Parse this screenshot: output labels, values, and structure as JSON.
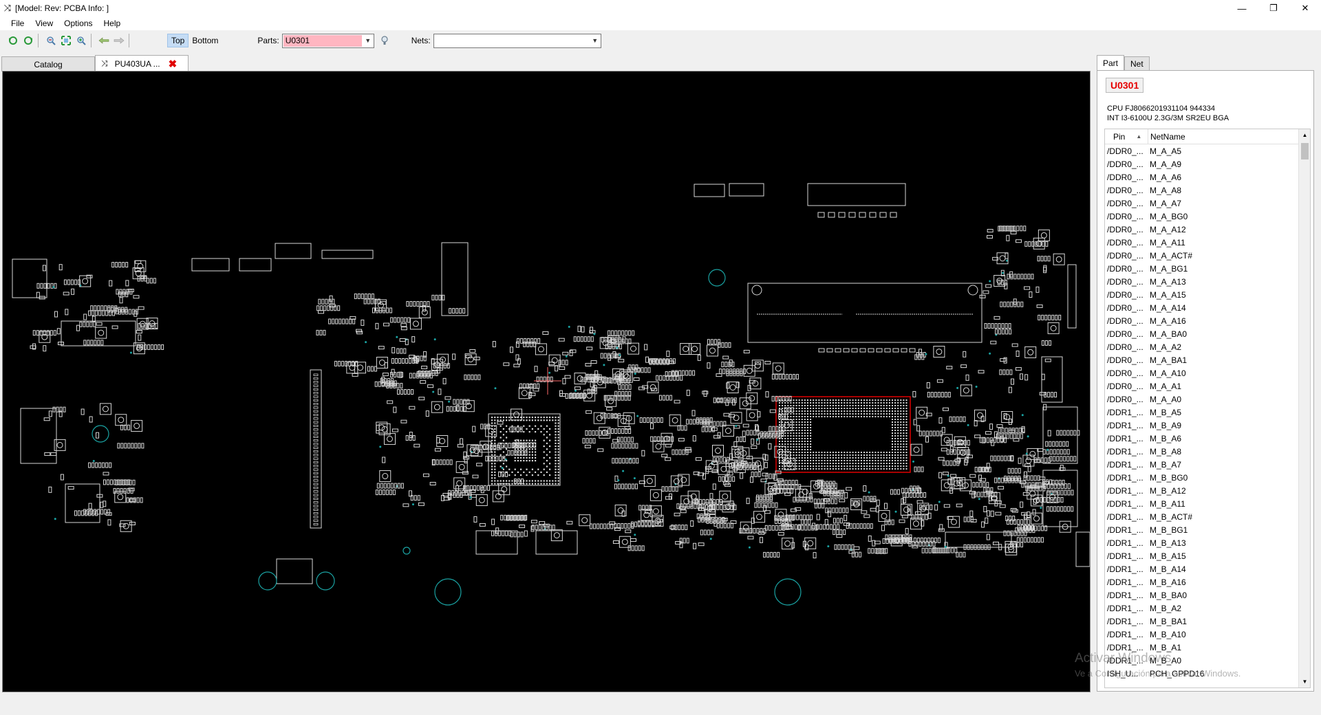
{
  "window": {
    "title": "[Model: Rev:  PCBA Info: ]",
    "controls": [
      "minimize-icon",
      "restore-icon",
      "close-icon"
    ]
  },
  "menu": [
    "File",
    "View",
    "Options",
    "Help"
  ],
  "toolbar": {
    "icons": [
      "rotate-left-icon",
      "rotate-right-icon",
      "zoom-out-icon",
      "fit-icon",
      "zoom-in-icon",
      "back-arrow-icon",
      "forward-arrow-icon"
    ],
    "top_label": "Top",
    "bottom_label": "Bottom",
    "parts_label": "Parts:",
    "parts_value": "U0301",
    "nets_label": "Nets:",
    "nets_value": ""
  },
  "tabs": [
    {
      "label": "Catalog",
      "active": false
    },
    {
      "label": "PU403UA ...",
      "active": true
    }
  ],
  "right_panel": {
    "tabs": [
      "Part",
      "Net"
    ],
    "part_name": "U0301",
    "description_line1": "CPU FJ8066201931104 944334",
    "description_line2": "INT I3-6100U 2.3G/3M SR2EU BGA",
    "columns": [
      "Pin",
      "NetName"
    ],
    "rows": [
      {
        "pin": "/DDR0_...",
        "net": "M_A_A5"
      },
      {
        "pin": "/DDR0_...",
        "net": "M_A_A9"
      },
      {
        "pin": "/DDR0_...",
        "net": "M_A_A6"
      },
      {
        "pin": "/DDR0_...",
        "net": "M_A_A8"
      },
      {
        "pin": "/DDR0_...",
        "net": "M_A_A7"
      },
      {
        "pin": "/DDR0_...",
        "net": "M_A_BG0"
      },
      {
        "pin": "/DDR0_...",
        "net": "M_A_A12"
      },
      {
        "pin": "/DDR0_...",
        "net": "M_A_A11"
      },
      {
        "pin": "/DDR0_...",
        "net": "M_A_ACT#"
      },
      {
        "pin": "/DDR0_...",
        "net": "M_A_BG1"
      },
      {
        "pin": "/DDR0_...",
        "net": "M_A_A13"
      },
      {
        "pin": "/DDR0_...",
        "net": "M_A_A15"
      },
      {
        "pin": "/DDR0_...",
        "net": "M_A_A14"
      },
      {
        "pin": "/DDR0_...",
        "net": "M_A_A16"
      },
      {
        "pin": "/DDR0_...",
        "net": "M_A_BA0"
      },
      {
        "pin": "/DDR0_...",
        "net": "M_A_A2"
      },
      {
        "pin": "/DDR0_...",
        "net": "M_A_BA1"
      },
      {
        "pin": "/DDR0_...",
        "net": "M_A_A10"
      },
      {
        "pin": "/DDR0_...",
        "net": "M_A_A1"
      },
      {
        "pin": "/DDR0_...",
        "net": "M_A_A0"
      },
      {
        "pin": "/DDR1_...",
        "net": "M_B_A5"
      },
      {
        "pin": "/DDR1_...",
        "net": "M_B_A9"
      },
      {
        "pin": "/DDR1_...",
        "net": "M_B_A6"
      },
      {
        "pin": "/DDR1_...",
        "net": "M_B_A8"
      },
      {
        "pin": "/DDR1_...",
        "net": "M_B_A7"
      },
      {
        "pin": "/DDR1_...",
        "net": "M_B_BG0"
      },
      {
        "pin": "/DDR1_...",
        "net": "M_B_A12"
      },
      {
        "pin": "/DDR1_...",
        "net": "M_B_A11"
      },
      {
        "pin": "/DDR1_...",
        "net": "M_B_ACT#"
      },
      {
        "pin": "/DDR1_...",
        "net": "M_B_BG1"
      },
      {
        "pin": "/DDR1_...",
        "net": "M_B_A13"
      },
      {
        "pin": "/DDR1_...",
        "net": "M_B_A15"
      },
      {
        "pin": "/DDR1_...",
        "net": "M_B_A14"
      },
      {
        "pin": "/DDR1_...",
        "net": "M_B_A16"
      },
      {
        "pin": "/DDR1_...",
        "net": "M_B_BA0"
      },
      {
        "pin": "/DDR1_...",
        "net": "M_B_A2"
      },
      {
        "pin": "/DDR1_...",
        "net": "M_B_BA1"
      },
      {
        "pin": "/DDR1_...",
        "net": "M_B_A10"
      },
      {
        "pin": "/DDR1_...",
        "net": "M_B_A1"
      },
      {
        "pin": "/DDR1_...",
        "net": "M_B_A0"
      },
      {
        "pin": "ISH_U...",
        "net": "PCH_GPPD16"
      }
    ]
  },
  "watermark": {
    "line1": "Activar Windows",
    "line2": "Ve a Configuración para activar Windows."
  },
  "colors": {
    "board_bg": "#000000",
    "outline": "#d8d8d8",
    "highlight": "#e00000",
    "via": "#1aa3a3"
  }
}
